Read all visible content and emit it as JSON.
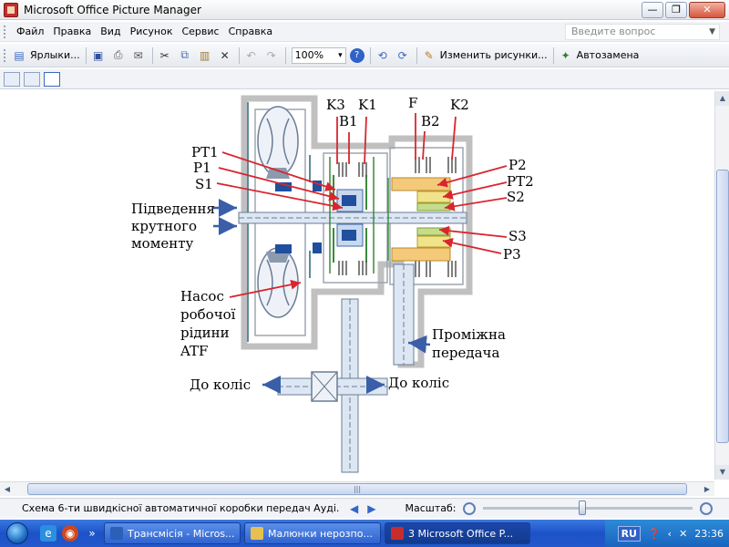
{
  "window": {
    "title": "Microsoft Office Picture Manager",
    "controls": {
      "minimize": "—",
      "maximize": "❐",
      "close": "✕"
    }
  },
  "menu": {
    "items": [
      "Файл",
      "Правка",
      "Вид",
      "Рисунок",
      "Сервис",
      "Справка"
    ],
    "help_placeholder": "Введите вопрос"
  },
  "toolbar": {
    "shortcuts_label": "Ярлыки...",
    "zoom_value": "100%",
    "edit_label": "Изменить рисунки...",
    "autocorrect_label": "Автозамена"
  },
  "diagram": {
    "labels": {
      "k3": "K3",
      "b1": "B1",
      "k1": "K1",
      "f": "F",
      "b2": "B2",
      "k2": "K2",
      "pt1": "PT1",
      "p1": "P1",
      "s1": "S1",
      "input1": "Підведення",
      "input2": "крутного",
      "input3": "моменту",
      "p2": "P2",
      "pt2": "PT2",
      "s2": "S2",
      "s3": "S3",
      "p3": "P3",
      "pump1": "Насос",
      "pump2": "робочої",
      "pump3": "рідини",
      "pump4": "ATF",
      "inter1": "Проміжна",
      "inter2": "передача",
      "wheels_left": "До коліс",
      "wheels_right": "До коліс"
    }
  },
  "status": {
    "caption": "Схема 6-ти швидкісної автоматичної коробки передач Ауді.",
    "zoom_label": "Масштаб:",
    "zoom_level": 0.47
  },
  "taskbar": {
    "tasks": [
      {
        "label": "Трансмісія - Micros...",
        "active": false
      },
      {
        "label": "Малюнки нерозпо...",
        "active": false
      },
      {
        "label": "3 Microsoft Office P...",
        "active": true
      }
    ],
    "language": "RU",
    "time": "23:36"
  }
}
